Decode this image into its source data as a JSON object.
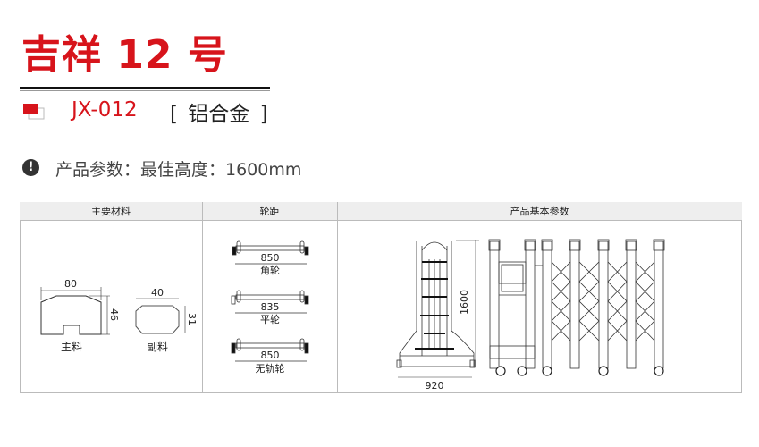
{
  "header": {
    "title": "吉祥 12 号",
    "model": "JX-012",
    "material": "[ 铝合金 ]"
  },
  "info": {
    "text": "产品参数：最佳高度：1600mm"
  },
  "table": {
    "columns": [
      "主要材料",
      "轮距",
      "产品基本参数"
    ],
    "materials": {
      "main": {
        "label": "主料",
        "width": "80",
        "height": "46"
      },
      "sub": {
        "label": "副料",
        "width": "40",
        "height": "31"
      }
    },
    "wheels": [
      {
        "distance": "850",
        "label": "角轮"
      },
      {
        "distance": "835",
        "label": "平轮"
      },
      {
        "distance": "850",
        "label": "无轨轮"
      }
    ],
    "gate": {
      "height": "1600",
      "depth": "920"
    }
  },
  "colors": {
    "accent": "#d7141b",
    "text": "#222222",
    "header_bg": "#eeeeee"
  }
}
